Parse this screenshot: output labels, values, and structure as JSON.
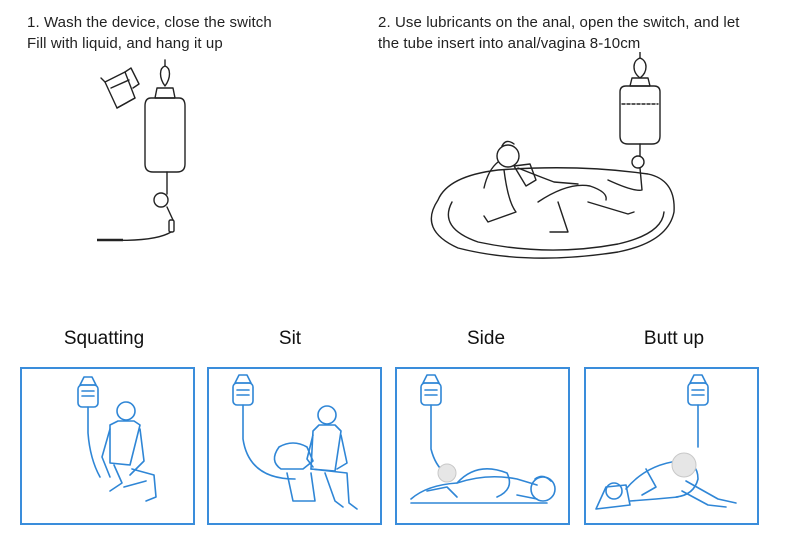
{
  "instructions": {
    "step1": {
      "line1": "1. Wash the device, close the switch",
      "line2": "Fill with liquid, and hang it up"
    },
    "step2": {
      "line1": "2. Use lubricants on the anal, open the switch, and let",
      "line2": "the tube insert into anal/vagina 8-10cm"
    }
  },
  "positions": [
    {
      "label": "Squatting"
    },
    {
      "label": "Sit"
    },
    {
      "label": "Side"
    },
    {
      "label": "Butt up"
    }
  ],
  "colors": {
    "line_art": "#222222",
    "panel_border": "#3a8ddb",
    "panel_art": "#2f86d6"
  }
}
